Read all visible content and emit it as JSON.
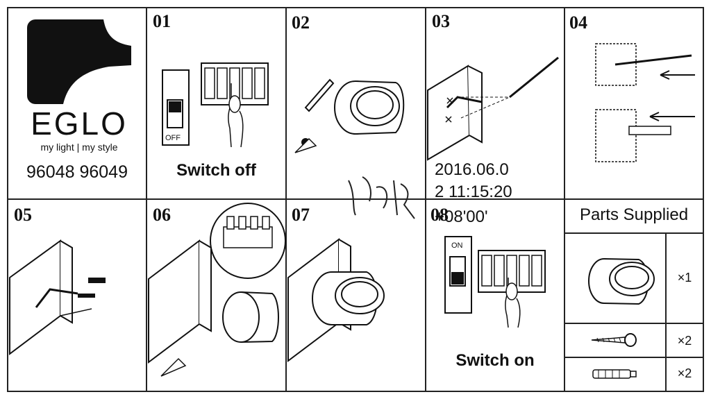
{
  "logo": {
    "brand": "EGLO",
    "tagline": "my light | my style",
    "models": "96048 96049"
  },
  "steps": [
    {
      "number": "01",
      "caption": "Switch off",
      "switch_label": "OFF"
    },
    {
      "number": "02"
    },
    {
      "number": "03"
    },
    {
      "number": "04"
    },
    {
      "number": "05"
    },
    {
      "number": "06"
    },
    {
      "number": "07"
    },
    {
      "number": "08",
      "caption": "Switch on",
      "switch_label": "ON"
    }
  ],
  "stamp": {
    "line1": "2016.06.0",
    "line2": "2 11:15:20",
    "line3": "+08'00'"
  },
  "parts": {
    "title": "Parts Supplied",
    "items": [
      {
        "icon": "lamp-icon",
        "qty": "×1"
      },
      {
        "icon": "screw-icon",
        "qty": "×2"
      },
      {
        "icon": "wall-plug-icon",
        "qty": "×2"
      }
    ]
  }
}
